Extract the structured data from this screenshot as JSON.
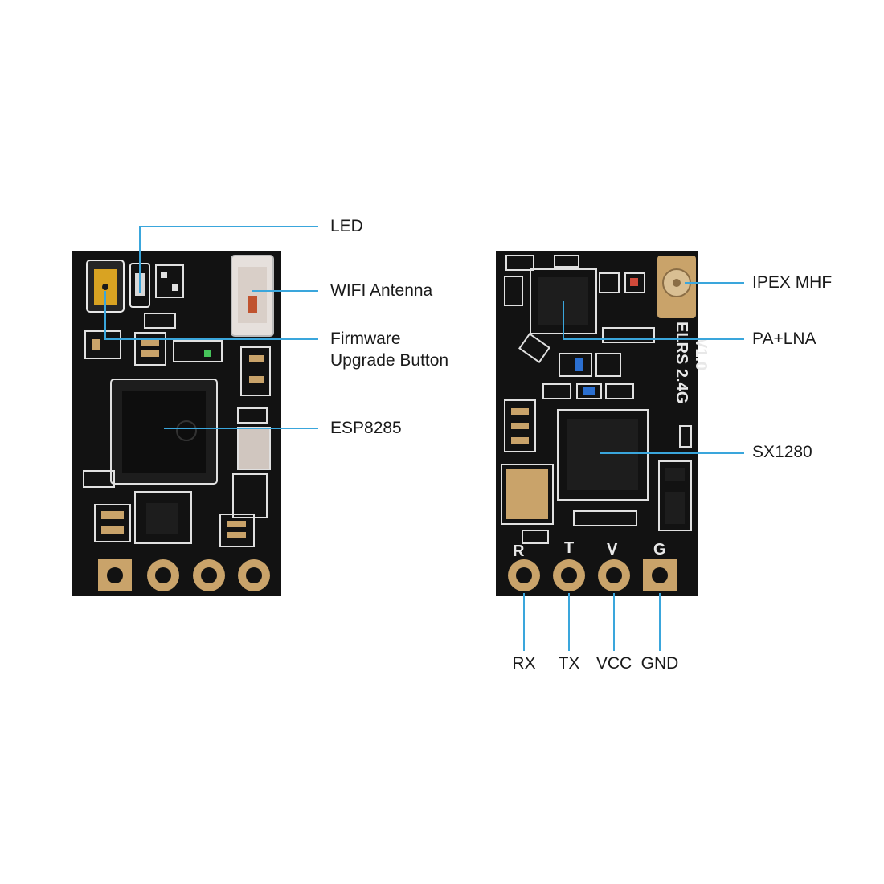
{
  "callout_color": "#3aa6dc",
  "pcb_color": "#111111",
  "pad_color": "#c9a36a",
  "left_board": {
    "callouts": {
      "led": "LED",
      "wifi_antenna": "WIFI Antenna",
      "firmware_line1": "Firmware",
      "firmware_line2": "Upgrade Button",
      "esp": "ESP8285"
    }
  },
  "right_board": {
    "silkscreen_line1": "ELRS 2.4G",
    "silkscreen_line2": "V1.0",
    "pin_letters": [
      "R",
      "T",
      "V",
      "G"
    ],
    "callouts": {
      "ipex": "IPEX MHF",
      "pa_lna": "PA+LNA",
      "sx": "SX1280"
    },
    "pins": [
      "RX",
      "TX",
      "VCC",
      "GND"
    ]
  }
}
